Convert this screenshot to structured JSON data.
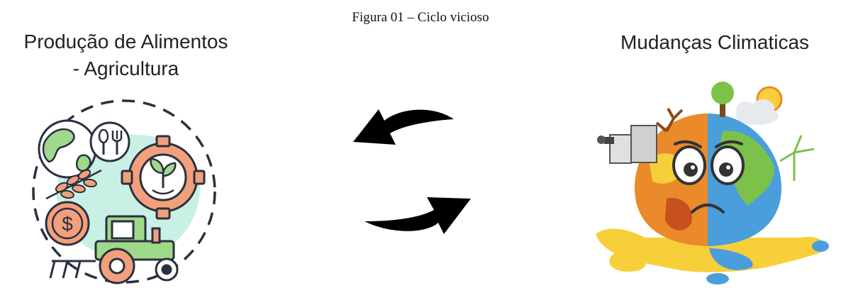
{
  "figure": {
    "caption": "Figura 01 – Ciclo vicioso"
  },
  "nodes": {
    "food": {
      "title_line1": "Produção de Alimentos",
      "title_line2": "- Agricultura",
      "icon": "food-production-agriculture-icon",
      "colors": {
        "green": "#9fd98a",
        "orange": "#f2a07b",
        "mint": "#c9f0e4",
        "outline": "#2b3040"
      }
    },
    "climate": {
      "title": "Mudanças Climaticas",
      "icon": "sad-melting-earth-icon",
      "colors": {
        "orange": "#ea8a2a",
        "blue": "#4a9edb",
        "green": "#7cc24a",
        "yellow": "#f7cf3a"
      }
    }
  },
  "cycle": {
    "icon": "cycle-arrows-icon",
    "arrow_color": "#000000"
  }
}
